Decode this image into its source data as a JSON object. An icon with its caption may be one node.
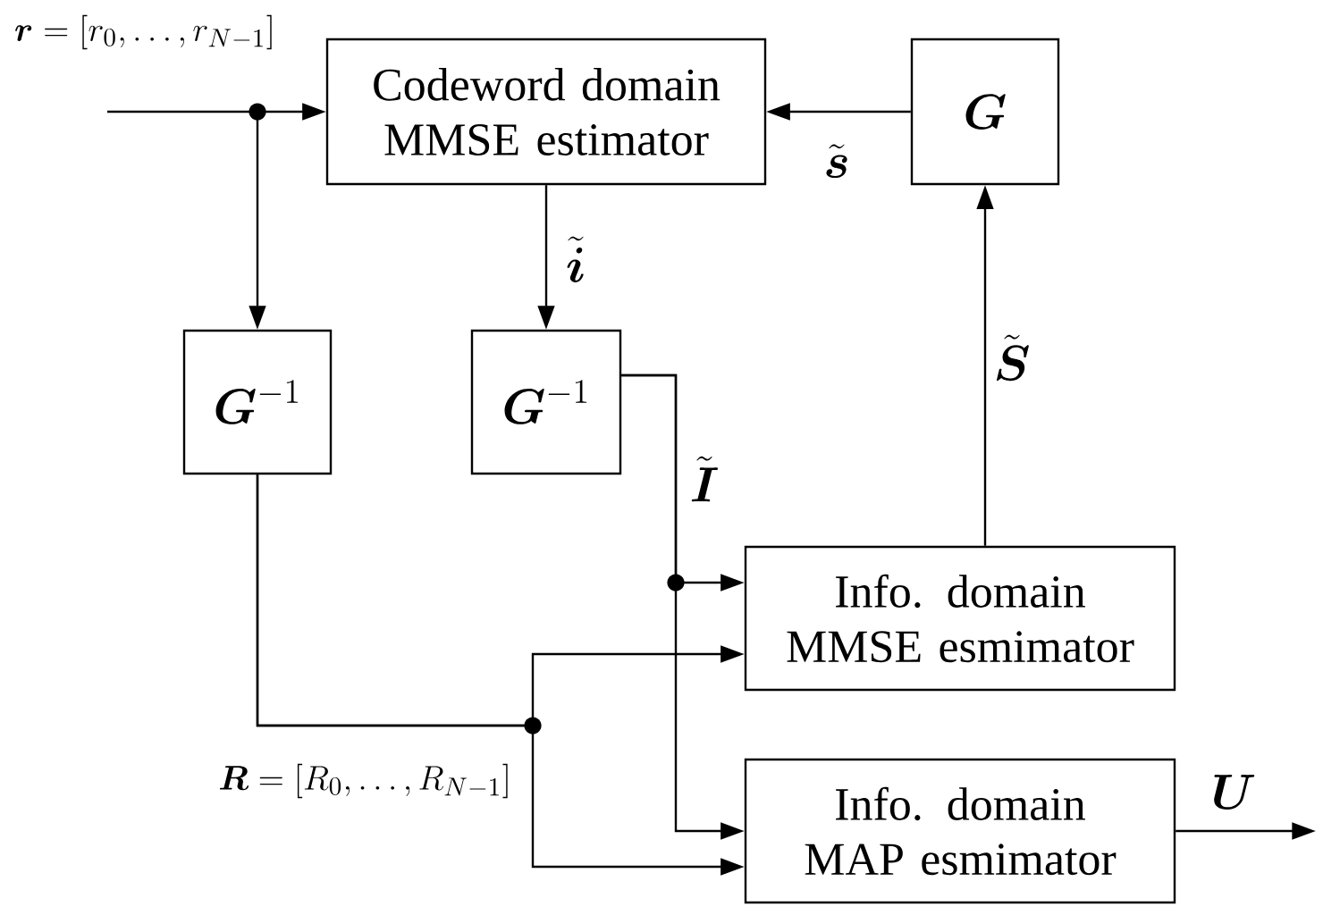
{
  "diagram": {
    "nodes": [
      {
        "text": [
          "Codeword domain MMSE estimator"
        ]
      },
      {
        "text": [
          "\\boldsymbol{G}"
        ]
      },
      {
        "text": [
          "\\boldsymbol{G}^{-1}"
        ]
      },
      {
        "text": [
          "\\boldsymbol{G}^{-1}"
        ]
      },
      {
        "text": [
          "Info. domain MMSE esmimator"
        ]
      },
      {
        "text": [
          "Info. domain MAP esmimator"
        ]
      }
    ],
    "edges": [
      {
        "from": null,
        "to": 0,
        "arrow": "to"
      },
      {
        "from": null,
        "to": 2,
        "arrow": "to"
      },
      {
        "from": 0,
        "to": 3,
        "arrow": "to",
        "label": "\\tilde{\\boldsymbol{i}}"
      },
      {
        "from": 1,
        "to": 0,
        "arrow": "to",
        "label": "\\tilde{\\boldsymbol{s}}"
      },
      {
        "from": 4,
        "to": 1,
        "arrow": "to",
        "label": "\\tilde{\\boldsymbol{S}}"
      },
      {
        "from": 3,
        "to": 4,
        "arrow": "to",
        "label": "\\tilde{\\boldsymbol{I}}"
      },
      {
        "from": 3,
        "to": 5,
        "arrow": "to"
      },
      {
        "from": 2,
        "to": 4,
        "arrow": "to"
      },
      {
        "from": 2,
        "to": 5,
        "arrow": "to"
      },
      {
        "from": 5,
        "to": null,
        "arrow": "to",
        "label": "\\boldsymbol{U}"
      }
    ],
    "labels": [
      "\\boldsymbol{r}=[r_0,\\ldots,r_{N-1}]",
      "\\boldsymbol{R}=[R_0,\\ldots,R_{N-1}]"
    ]
  }
}
